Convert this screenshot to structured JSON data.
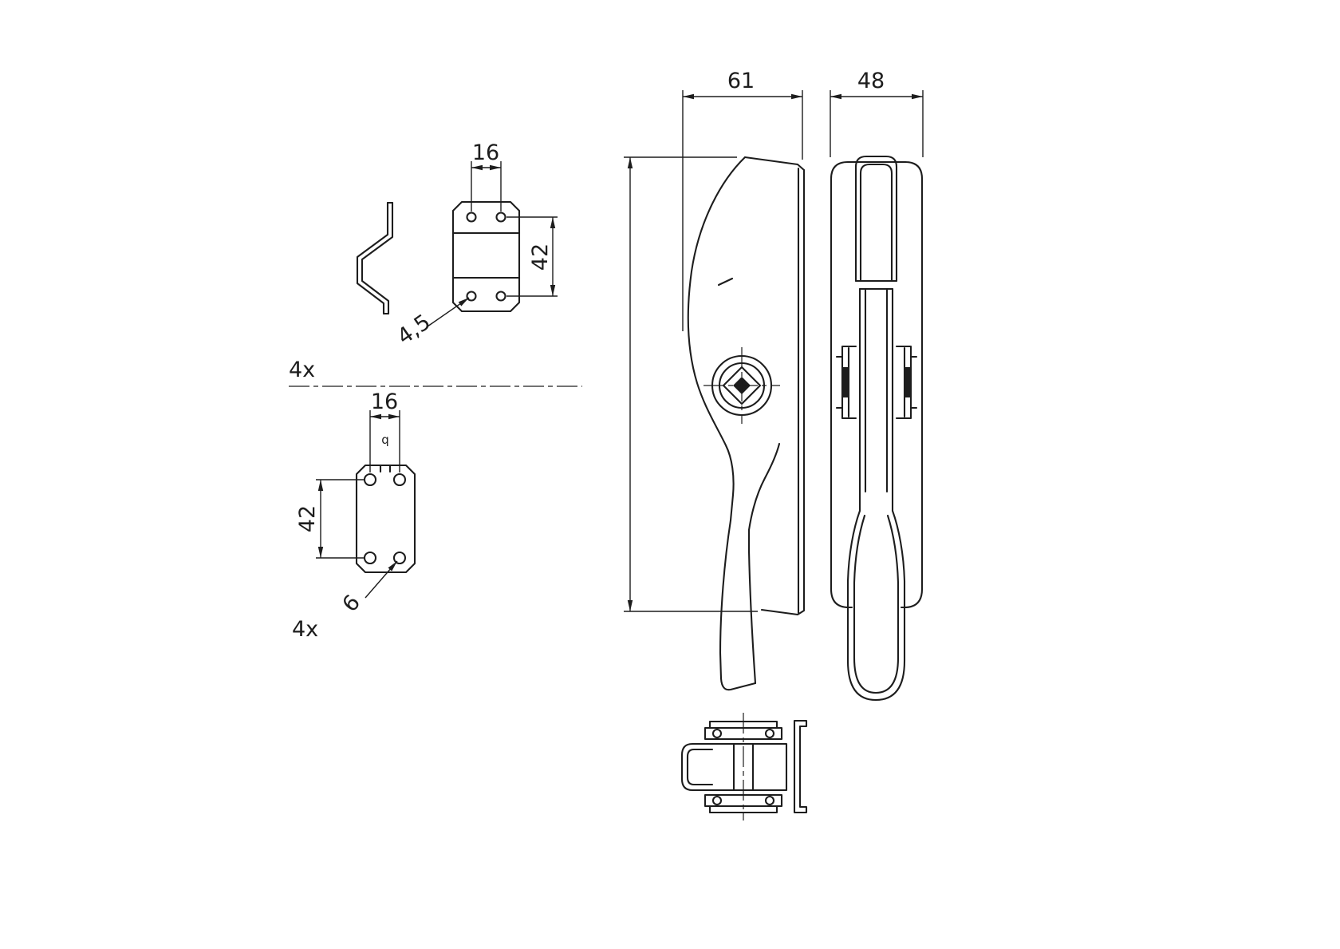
{
  "colors": {
    "line": "#1d1d1d",
    "background": "#ffffff"
  },
  "labels": {
    "width_side_view": "61",
    "width_front_view": "48",
    "hole_spacing_top_plate": "16",
    "hole_pitch_top_plate": "42",
    "hole_dia_top_plate": "4,5",
    "qty_top": "4x",
    "hole_spacing_bottom_plate": "16",
    "hole_pitch_bottom_plate": "42",
    "hole_dia_bottom_plate": "6",
    "qty_bottom": "4x",
    "small_marker": "q"
  }
}
